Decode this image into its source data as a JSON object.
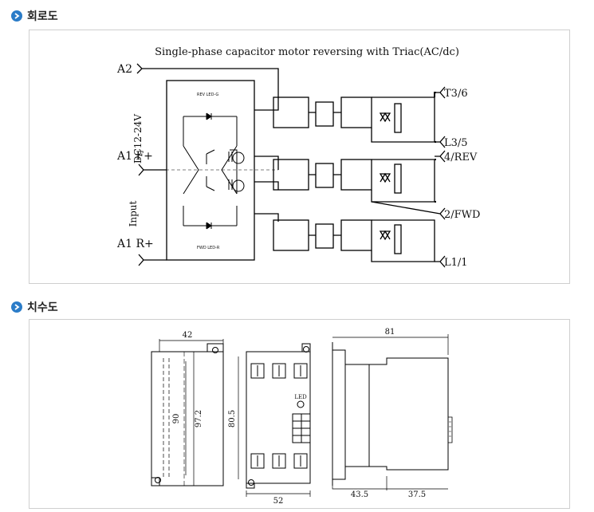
{
  "sections": [
    {
      "title": "회로도"
    },
    {
      "title": "치수도"
    }
  ],
  "circuit": {
    "title": "Single-phase capacitor motor reversing with Triac(AC/dc)",
    "left_labels": {
      "a2": "A2",
      "supply": "DC12-24V",
      "a1f": "A1 F+",
      "input": "Input",
      "a1r": "A1 R+"
    },
    "right_labels": {
      "t3": "T3/6",
      "l3": "L3/5",
      "rev": "4/REV",
      "fwd": "2/FWD",
      "l1": "L1/1"
    },
    "led_labels": {
      "rev": "REV LED-G",
      "fwd": "FWD LED-R"
    }
  },
  "dimensions": {
    "side_width": "42",
    "side_inner_height": "90",
    "side_height": "97.2",
    "front_height": "80.5",
    "front_width": "52",
    "led_label": "LED",
    "profile_width": "81",
    "profile_a": "43.5",
    "profile_b": "37.5"
  }
}
